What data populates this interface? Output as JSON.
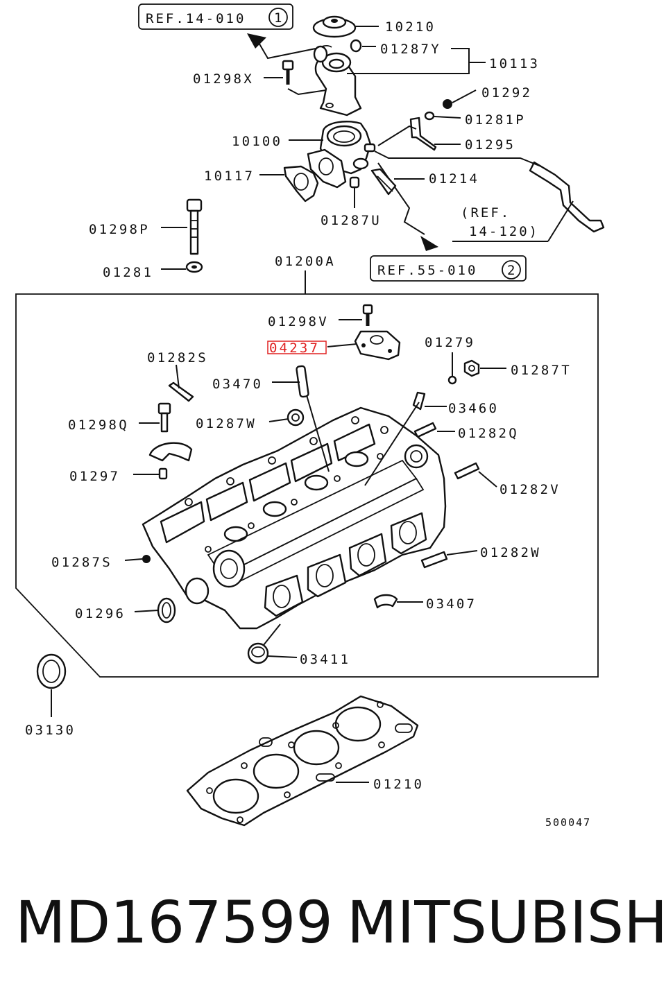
{
  "refs": {
    "ref1": {
      "text": "REF.14-010",
      "num": "1"
    },
    "ref2": {
      "text": "REF.55-010",
      "num": "2"
    },
    "ref3": {
      "line1": "(REF.",
      "line2": "14-120)"
    }
  },
  "labels": {
    "p10210": "10210",
    "p01287Y": "01287Y",
    "p10113": "10113",
    "p01298X": "01298X",
    "p01292": "01292",
    "p01281P": "01281P",
    "p01295": "01295",
    "p10100": "10100",
    "p10117": "10117",
    "p01214": "01214",
    "p01287U": "01287U",
    "p01298P": "01298P",
    "p01281": "01281",
    "p01200A": "01200A",
    "p01298V": "01298V",
    "p04237": "04237",
    "p01279": "01279",
    "p01287T": "01287T",
    "p01282S": "01282S",
    "p03470": "03470",
    "p03460": "03460",
    "p01298Q": "01298Q",
    "p01287W": "01287W",
    "p01282Q": "01282Q",
    "p01297": "01297",
    "p01282V": "01282V",
    "p01287S": "01287S",
    "p01282W": "01282W",
    "p03407": "03407",
    "p01296": "01296",
    "p03411": "03411",
    "p03130": "03130",
    "p01210": "01210"
  },
  "highlighted_part": "04237",
  "highlight_color": "#e02020",
  "diagram_code": "500047",
  "footer": {
    "part_number": "MD167599",
    "brand": "MITSUBISHI"
  }
}
